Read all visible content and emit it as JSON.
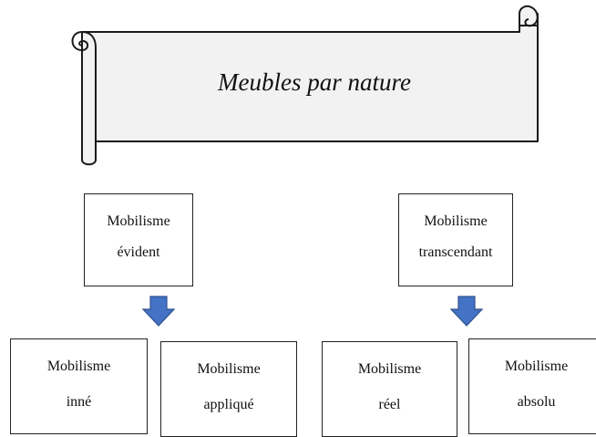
{
  "banner": {
    "title": "Meubles par nature"
  },
  "groups": [
    {
      "parent": {
        "line1": "Mobilisme",
        "line2": "évident"
      },
      "children": [
        {
          "line1": "Mobilisme",
          "line2": "inné"
        },
        {
          "line1": "Mobilisme",
          "line2": "appliqué"
        }
      ]
    },
    {
      "parent": {
        "line1": "Mobilisme",
        "line2": "transcendant"
      },
      "children": [
        {
          "line1": "Mobilisme",
          "line2": "réel"
        },
        {
          "line1": "Mobilisme",
          "line2": "absolu"
        }
      ]
    }
  ],
  "colors": {
    "scroll_fill": "#f2f2f2",
    "scroll_outline": "#1a1a1a",
    "arrow_fill": "#4472c4",
    "arrow_outline": "#2f528f"
  }
}
